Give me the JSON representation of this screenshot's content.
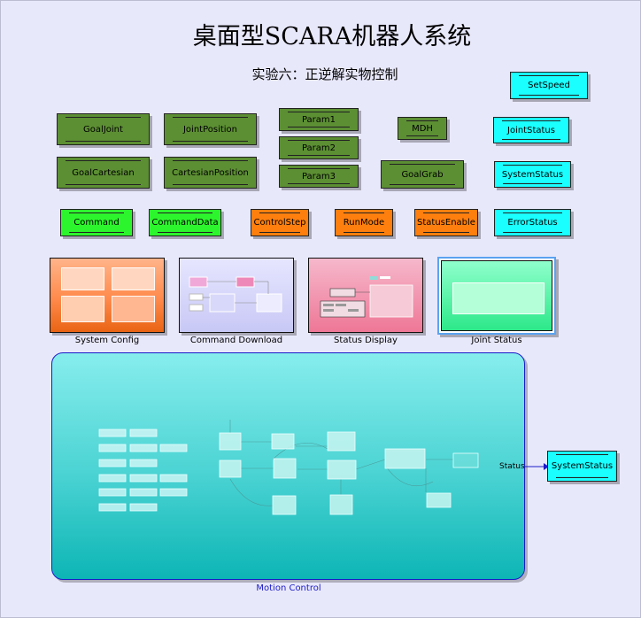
{
  "title": "桌面型SCARA机器人系统",
  "subtitle": "实验六：正逆解实物控制",
  "blocks": {
    "goal_joint": "GoalJoint",
    "joint_position": "JointPosition",
    "param1": "Param1",
    "param2": "Param2",
    "param3": "Param3",
    "mdh": "MDH",
    "set_speed": "SetSpeed",
    "joint_status": "JointStatus",
    "goal_cartesian": "GoalCartesian",
    "cartesian_position": "CartesianPosition",
    "goal_grab": "GoalGrab",
    "system_status": "SystemStatus",
    "command": "Command",
    "command_data": "CommandData",
    "control_step": "ControlStep",
    "run_mode": "RunMode",
    "status_enable": "StatusEnable",
    "error_status": "ErrorStatus",
    "system_status_out": "SystemStatus"
  },
  "subsystems": {
    "system_config": "System Config",
    "command_download": "Command Download",
    "status_display": "Status Display",
    "joint_status": "Joint Status",
    "motion_control": "Motion Control"
  },
  "signal": {
    "status": "Status"
  },
  "colors": {
    "canvas": "#e8e8fb",
    "olive_block": "#5c8f33",
    "cyan_block": "#1affff",
    "green_block": "#2df52d",
    "orange_block": "#ff7f0e",
    "subsystem_border": "#1b1bc8"
  }
}
